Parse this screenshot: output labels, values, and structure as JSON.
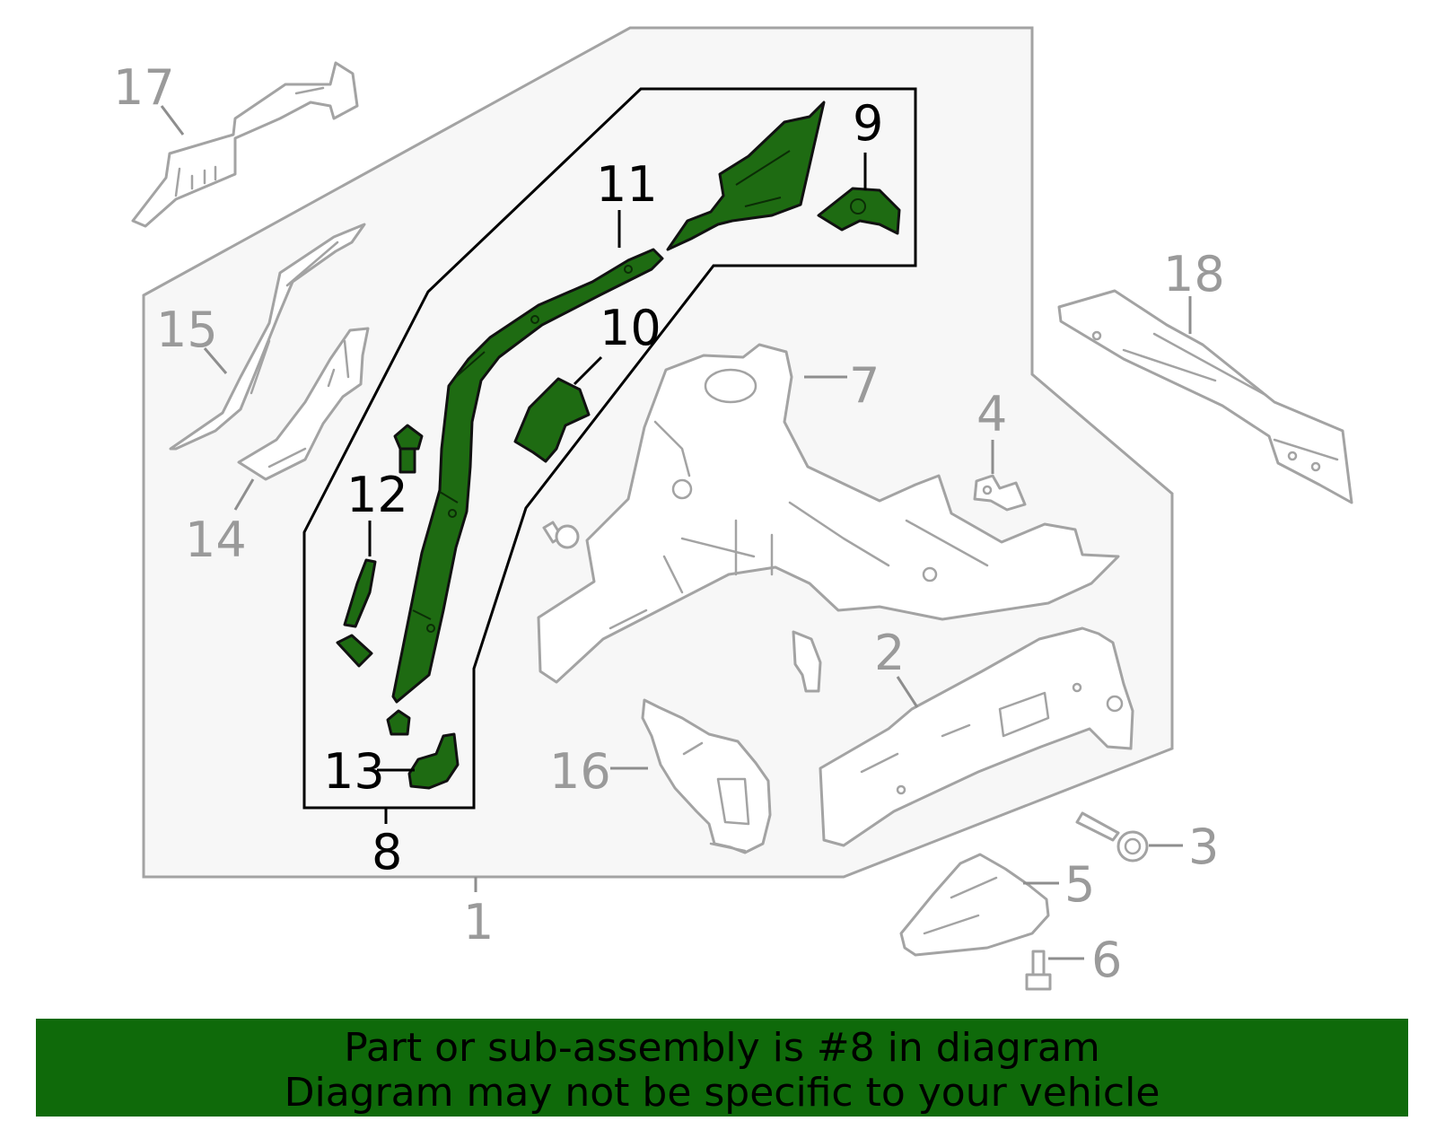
{
  "callouts": {
    "c1": "1",
    "c2": "2",
    "c3": "3",
    "c4": "4",
    "c5": "5",
    "c6": "6",
    "c7": "7",
    "c8": "8",
    "c9": "9",
    "c10": "10",
    "c11": "11",
    "c12": "12",
    "c13": "13",
    "c14": "14",
    "c15": "15",
    "c16": "16",
    "c17": "17",
    "c18": "18"
  },
  "highlight": {
    "part_number": "8",
    "color": "#1e6b12"
  },
  "colors": {
    "banner": "#0f6a0a",
    "outline": "#a3a3a3",
    "panel_fill": "#f7f7f7"
  },
  "footer": {
    "line1": "Part or sub-assembly is #8 in diagram",
    "line2": "Diagram may not be specific to your vehicle"
  }
}
